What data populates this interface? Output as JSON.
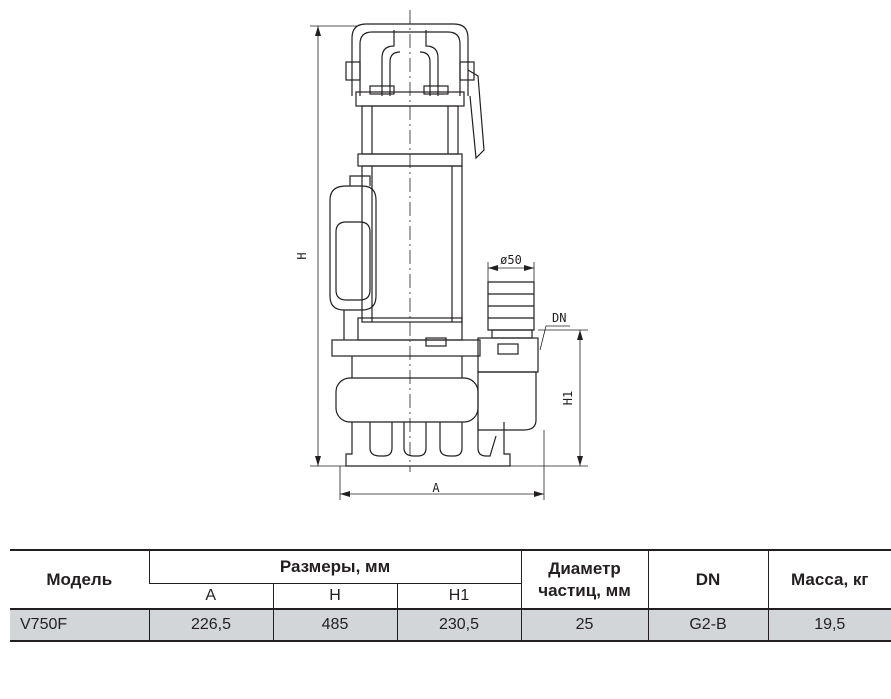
{
  "drawing": {
    "dim_H": "H",
    "dim_H1": "H1",
    "dim_A": "A",
    "dim_outlet": "ø50",
    "dim_DN": "DN"
  },
  "table": {
    "header": {
      "model": "Модель",
      "dimensions": "Размеры, мм",
      "particle_line1": "Диаметр",
      "particle_line2": "частиц, мм",
      "dn": "DN",
      "mass": "Масса, кг",
      "col_A": "A",
      "col_H": "H",
      "col_H1": "H1"
    },
    "row": {
      "model": "V750F",
      "A": "226,5",
      "H": "485",
      "H1": "230,5",
      "particle": "25",
      "dn": "G2-B",
      "mass": "19,5"
    }
  }
}
